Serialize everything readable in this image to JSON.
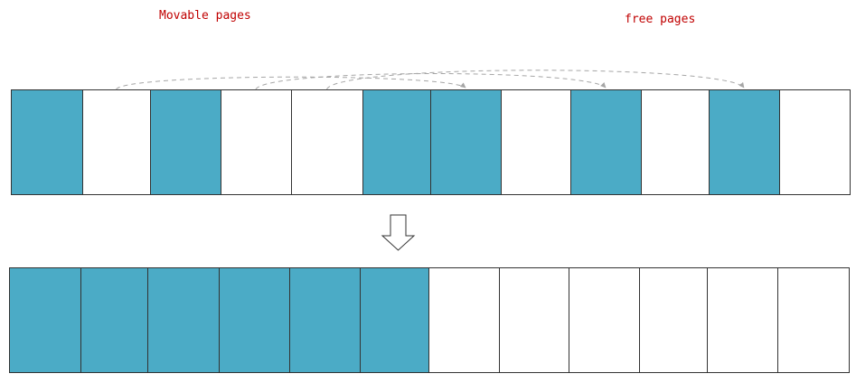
{
  "labels": {
    "movable": "Movable pages",
    "free": "free pages"
  },
  "colors": {
    "movable": "#4babc6",
    "free": "#ffffff",
    "border": "#333333",
    "label_text": "#c00000",
    "arrow": "#a6a6a6"
  },
  "before": {
    "pages": [
      "movable",
      "free",
      "movable",
      "free",
      "free",
      "movable",
      "movable",
      "free",
      "movable",
      "free",
      "movable",
      "free"
    ]
  },
  "after": {
    "pages": [
      "movable",
      "movable",
      "movable",
      "movable",
      "movable",
      "movable",
      "free",
      "free",
      "free",
      "free",
      "free",
      "free"
    ]
  },
  "migrations": [
    {
      "from": 1,
      "to": 6
    },
    {
      "from": 3,
      "to": 8
    },
    {
      "from": 4,
      "to": 10
    }
  ],
  "transition_icon": "down-arrow-icon"
}
